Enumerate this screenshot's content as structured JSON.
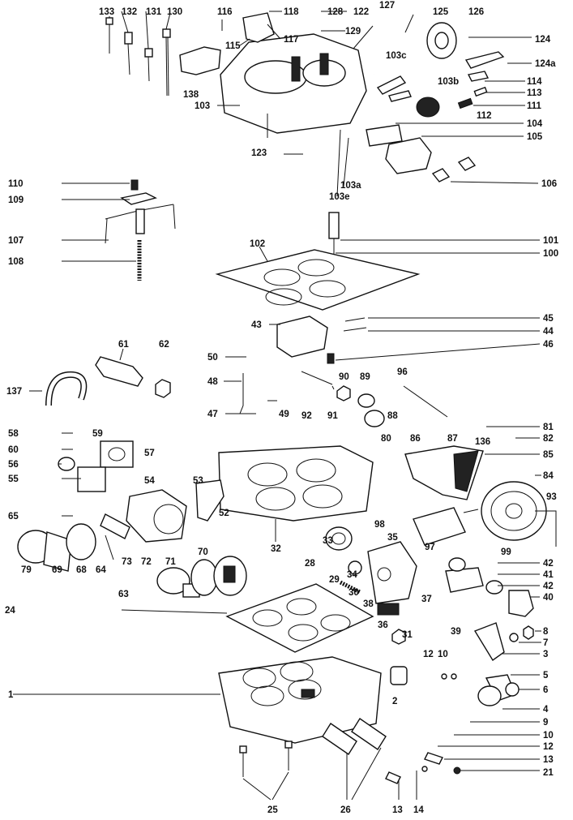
{
  "title": "",
  "callouts": [
    "133",
    "132",
    "131",
    "130",
    "116",
    "118",
    "128",
    "122",
    "127",
    "125",
    "126",
    "117",
    "129",
    "115",
    "124",
    "124a",
    "138",
    "103c",
    "103b",
    "114",
    "113",
    "111",
    "112",
    "103",
    "104",
    "105",
    "123",
    "103a",
    "103e",
    "106",
    "110",
    "109",
    "107",
    "108",
    "101",
    "100",
    "102",
    "45",
    "44",
    "43",
    "46",
    "61",
    "62",
    "50",
    "48",
    "137",
    "90",
    "89",
    "96",
    "92",
    "91",
    "88",
    "47",
    "49",
    "81",
    "82",
    "58",
    "59",
    "60",
    "57",
    "56",
    "80",
    "86",
    "87",
    "136",
    "85",
    "84",
    "55",
    "53",
    "54",
    "52",
    "65",
    "32",
    "98",
    "93",
    "33",
    "35",
    "97",
    "99",
    "34",
    "42",
    "41",
    "79",
    "69",
    "68",
    "64",
    "63",
    "73",
    "72",
    "71",
    "70",
    "28",
    "29",
    "30",
    "40",
    "24",
    "38",
    "36",
    "37",
    "39",
    "31",
    "8",
    "7",
    "3",
    "12",
    "10",
    "5",
    "1",
    "2",
    "6",
    "4",
    "9",
    "13",
    "21",
    "25",
    "26",
    "14"
  ],
  "colors": {
    "ink": "#111111",
    "paper": "#ffffff"
  }
}
